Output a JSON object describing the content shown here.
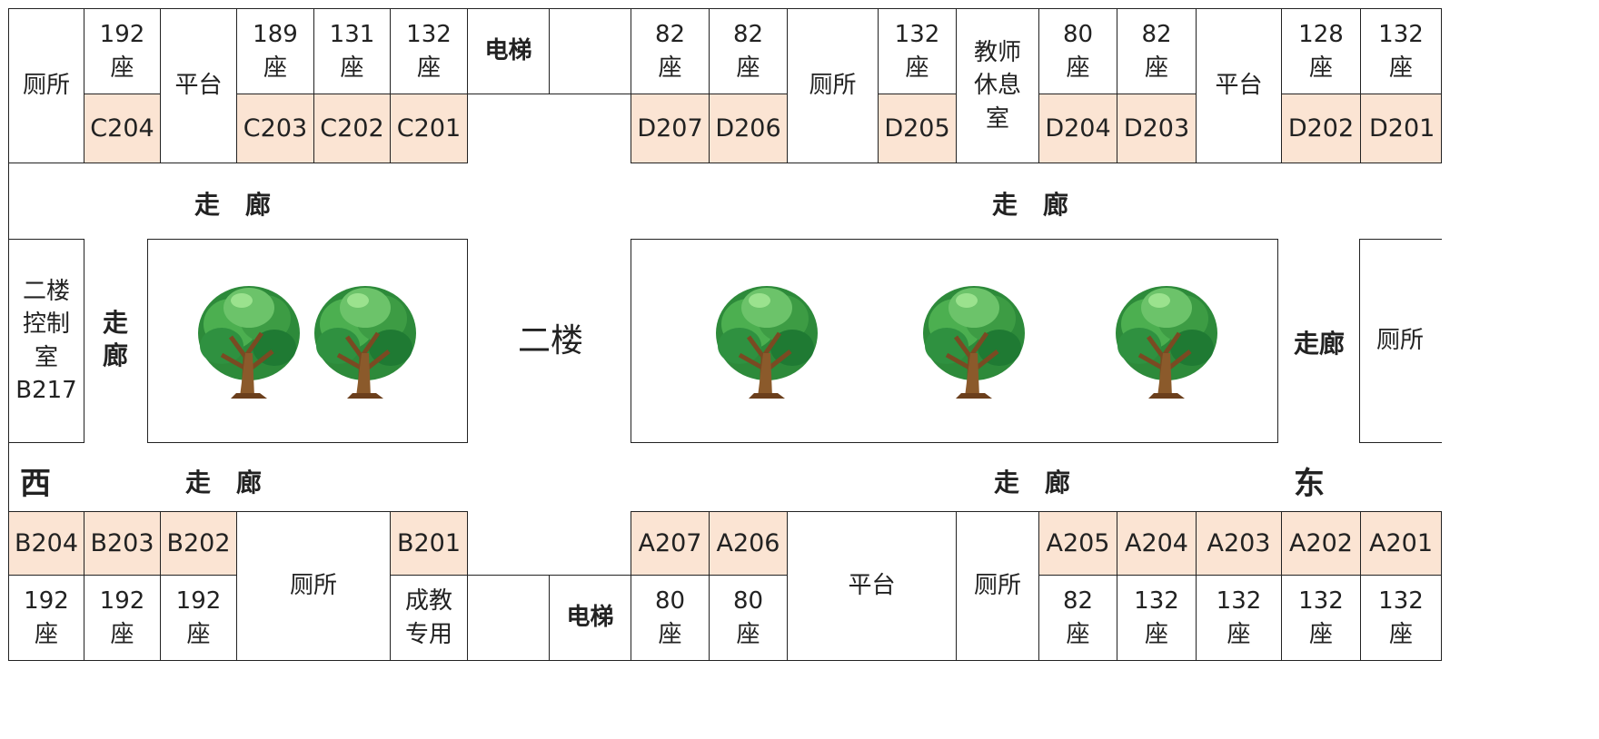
{
  "top": {
    "c_toilet": "厕所",
    "seat_192": "192\n座",
    "c204": "C204",
    "c_platform": "平台",
    "seat_189": "189\n座",
    "seat_131": "131\n座",
    "seat_132a": "132\n座",
    "c203": "C203",
    "c202": "C202",
    "c201": "C201",
    "elevator": "电梯",
    "seat_82a": "82\n座",
    "seat_82b": "82\n座",
    "d207": "D207",
    "d206": "D206",
    "d_toilet": "厕所",
    "seat_132b": "132\n座",
    "d205": "D205",
    "teacher_lounge": "教师\n休息\n室",
    "seat_80": "80\n座",
    "seat_82c": "82\n座",
    "d204": "D204",
    "d203": "D203",
    "d_platform": "平台",
    "seat_128": "128\n座",
    "seat_132c": "132\n座",
    "d202": "D202",
    "d201": "D201"
  },
  "corridor_top_west": "走　廊",
  "corridor_top_east": "走　廊",
  "middle": {
    "control_room": "二楼\n控制\n室\nB217",
    "corridor_vertical": "走\n廊",
    "floor_label": "二楼",
    "corridor_east": "走廊",
    "east_toilet": "厕所"
  },
  "compass_west": "西",
  "compass_east": "东",
  "corridor_bottom_west": "走　廊",
  "corridor_bottom_east": "走　廊",
  "bottom": {
    "b204": "B204",
    "b203": "B203",
    "b202": "B202",
    "b_toilet": "厕所",
    "b201": "B201",
    "adult_edu": "成教\n专用",
    "elevator": "电梯",
    "a207": "A207",
    "a206": "A206",
    "a_platform": "平台",
    "a_toilet": "厕所",
    "a205": "A205",
    "a204": "A204",
    "a203": "A203",
    "a202": "A202",
    "a201": "A201",
    "seat_192a": "192\n座",
    "seat_192b": "192\n座",
    "seat_192c": "192\n座",
    "seat_80a": "80\n座",
    "seat_80b": "80\n座",
    "seat_82": "82\n座",
    "seat_132a": "132\n座",
    "seat_132b": "132\n座",
    "seat_132c": "132\n座",
    "seat_132d": "132\n座"
  },
  "colors": {
    "room_fill": "#fbe4d3",
    "border": "#222222"
  }
}
